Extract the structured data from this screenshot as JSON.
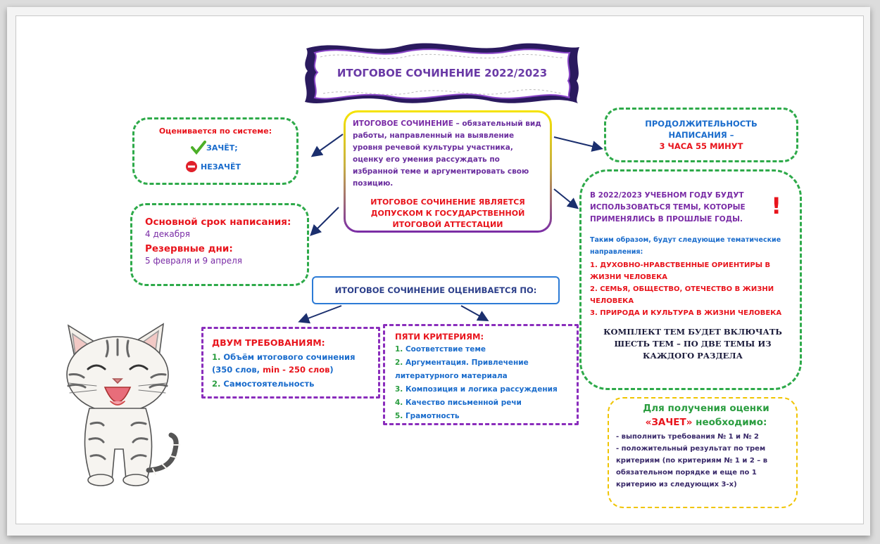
{
  "title": "ИТОГОВОЕ СОЧИНЕНИЕ 2022/2023",
  "grading": {
    "heading": "Оценивается по системе:",
    "pass": "ЗАЧЁТ;",
    "fail": "НЕЗАЧЁТ"
  },
  "definition": {
    "lead": "ИТОГОВОЕ СОЧИНЕНИЕ",
    "text": " – обязательный вид работы, направленный на выявление уровня речевой культуры участника, оценку его умения рассуждать по избранной теме и аргументировать свою позицию.",
    "admission": "ИТОГОВОЕ СОЧИНЕНИЕ ЯВЛЯЕТСЯ ДОПУСКОМ К ГОСУДАРСТВЕННОЙ ИТОГОВОЙ АТТЕСТАЦИИ"
  },
  "duration": {
    "line1": "ПРОДОЛЖИТЕЛЬНОСТЬ",
    "line2": "НАПИСАНИЯ –",
    "line3": "3 ЧАСА 55 МИНУТ"
  },
  "dates": {
    "main_label": "Основной срок написания:",
    "main_value": "4 декабря",
    "reserve_label": "Резервные дни:",
    "reserve_value": "5 февраля и 9 апреля"
  },
  "themes": {
    "intro": "В 2022/2023 УЧЕБНОМ ГОДУ БУДУТ ИСПОЛЬЗОВАТЬСЯ ТЕМЫ, КОТОРЫЕ ПРИМЕНЯЛИСЬ В ПРОШЛЫЕ ГОДЫ.",
    "exclaim": "!",
    "note": "Таким образом, будут следующие тематические направления:",
    "items": [
      "1. ДУХОВНО-НРАВСТВЕННЫЕ ОРИЕНТИРЫ В ЖИЗНИ ЧЕЛОВЕКА",
      "2. СЕМЬЯ, ОБЩЕСТВО, ОТЕЧЕСТВО В ЖИЗНИ ЧЕЛОВЕКА",
      "3. ПРИРОДА И КУЛЬТУРА В ЖИЗНИ ЧЕЛОВЕКА"
    ],
    "summary": "КОМПЛЕКТ ТЕМ БУДЕТ ВКЛЮЧАТЬ ШЕСТЬ ТЕМ – ПО ДВЕ ТЕМЫ ИЗ КАЖДОГО РАЗДЕЛА"
  },
  "evaluated_by": "ИТОГОВОЕ СОЧИНЕНИЕ ОЦЕНИВАЕТСЯ ПО:",
  "requirements": {
    "heading": "ДВУМ ТРЕБОВАНИЯМ:",
    "item1_num": "1.",
    "item1_text": " Объём итогового сочинения",
    "item1_sub_a": "(350 слов, ",
    "item1_sub_b": "min - 250 слов",
    "item1_sub_c": ")",
    "item2_num": "2.",
    "item2_text": " Самостоятельность"
  },
  "criteria": {
    "heading": "ПЯТИ КРИТЕРИЯМ:",
    "items": [
      {
        "num": "1.",
        "text": " Соответствие теме"
      },
      {
        "num": "2.",
        "text": " Аргументация. Привлечение литературного материала"
      },
      {
        "num": "3.",
        "text": " Композиция и логика рассуждения"
      },
      {
        "num": "4.",
        "text": " Качество письменной речи"
      },
      {
        "num": "5.",
        "text": " Грамотность"
      }
    ]
  },
  "pass_conditions": {
    "heading1": "Для получения оценки",
    "heading2_a": "«ЗАЧЕТ»",
    "heading2_b": " необходимо:",
    "line1": "- выполнить требования № 1 и № 2",
    "line2": "- положительный результат по трем критериям (по критериям № 1 и 2 – в обязательном порядке и еще по 1 критерию из следующих 3-х)"
  },
  "colors": {
    "green": "#2eaa4a",
    "purple": "#8a2dbc",
    "red": "#e8141c",
    "blue": "#1a6ccc",
    "arrow": "#1b2f6e",
    "yellow": "#f0c400"
  },
  "icons": [
    "checkmark-icon",
    "no-entry-icon",
    "kitten-illustration"
  ]
}
